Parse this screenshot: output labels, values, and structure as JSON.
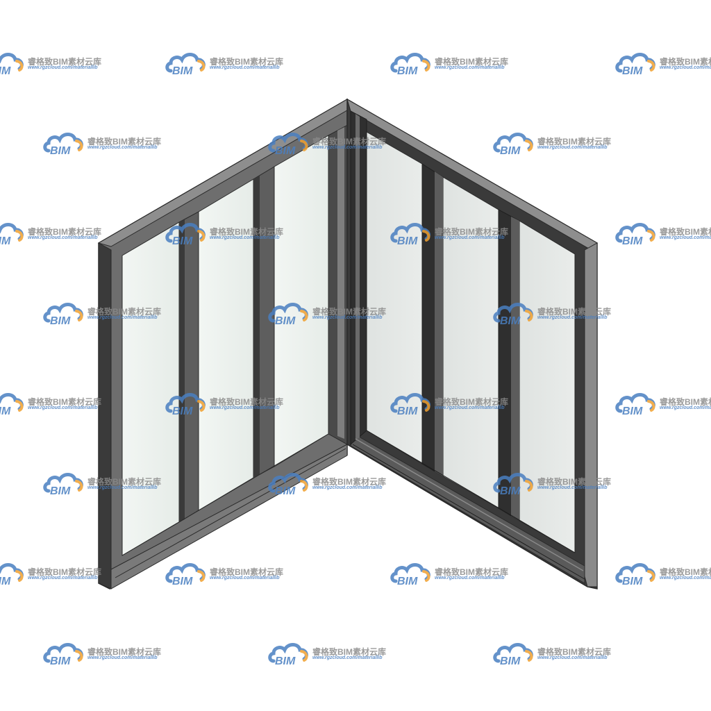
{
  "watermark": {
    "logo_text": "BIM",
    "title": "睿格致BIM素材云库",
    "url": "www.rgzcloud.com/materiallib",
    "colors": {
      "cloud": "#4a7fc1",
      "accent": "#f0a030",
      "title": "#8a8a8a",
      "url": "#4a7fc1"
    }
  },
  "window_model": {
    "subject": "corner-window",
    "colors": {
      "frame_light": "#8c8c8c",
      "frame_mid": "#6e6e6e",
      "frame_dark": "#3a3a3a",
      "frame_edge": "#2a2a2a",
      "glass_left": "#eef3ef",
      "glass_right": "#e2e6e4",
      "background": "#ffffff"
    }
  }
}
